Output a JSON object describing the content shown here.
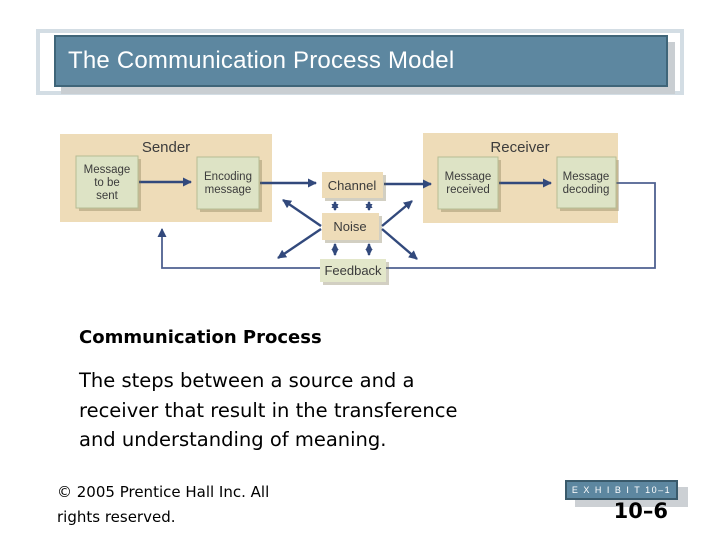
{
  "slide": {
    "title": "The Communication Process Model",
    "heading": "Communication Process",
    "body_lines": [
      "The steps between a source and a",
      "receiver that result in the transference",
      "and understanding of meaning."
    ],
    "footer_lines": [
      "© 2005 Prentice Hall Inc. All",
      "rights reserved."
    ],
    "exhibit_label": "E X H I B I T 10–1",
    "page_number": "10–6"
  },
  "diagram": {
    "sender_label": "Sender",
    "receiver_label": "Receiver",
    "channel_label": "Channel",
    "noise_label": "Noise",
    "feedback_label": "Feedback",
    "message_to_be_sent_lines": [
      "Message",
      "to be",
      "sent"
    ],
    "encoding_lines": [
      "Encoding",
      "message"
    ],
    "received_lines": [
      "Message",
      "received"
    ],
    "decoding_lines": [
      "Message",
      "decoding"
    ]
  },
  "colors": {
    "title_bar_blue": "#5d87a0",
    "title_border": "#3f6579",
    "container_tan": "#eedcb8",
    "process_box_green": "#dde3c5",
    "arrow_navy": "#32497c",
    "feedback_loop": "#4e6190",
    "shadow_gray": "#c9ced2",
    "text_dark": "#3c3c3c"
  }
}
